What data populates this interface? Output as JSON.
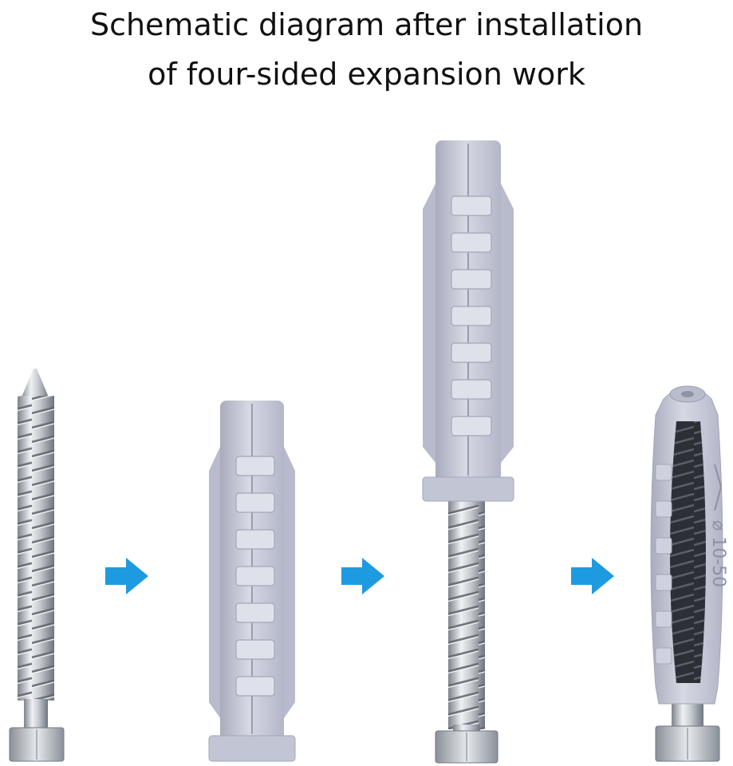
{
  "title": {
    "line1": "Schematic diagram after installation",
    "line2": "of four-sided expansion work"
  },
  "anchor_marking": "⌀ 10-50",
  "colors": {
    "title_text": "#111111",
    "arrow": "#1e9be0",
    "plastic": "#c9cbd8",
    "plastic_shade": "#a9acbe",
    "steel": "#c8ccd2",
    "steel_dark": "#7d838c",
    "screw_inside": "#2c2f36"
  },
  "icons": [
    "arrow-right-icon",
    "arrow-right-icon",
    "arrow-right-icon"
  ]
}
